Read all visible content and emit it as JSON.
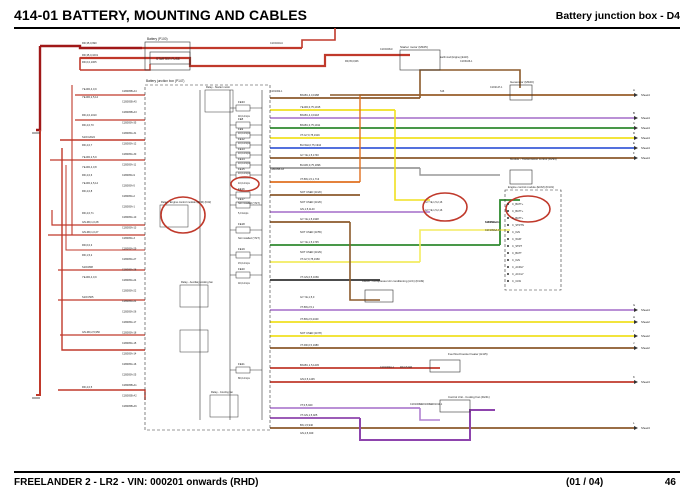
{
  "header": {
    "title": "414-01 BATTERY, MOUNTING AND CABLES",
    "subtitle": "Battery junction box - D4"
  },
  "footer": {
    "model": "FREELANDER 2 - LR2 - VIN: 000201 onwards  (RHD)",
    "sheet": "(01 / 04)",
    "page": "46"
  },
  "diagram": {
    "components": {
      "battery": "Battery (P100)",
      "starter_fuse": "STARTER FUSE",
      "battery_junction_box": "Battery junction box (P147)",
      "starter_motor": "Starter motor (M105)",
      "generator": "Generator (M100)",
      "module_transmission": "Module - Transmission control (D294)",
      "engine_control_module": "Engine control module (ECM) (D131)",
      "clutch_compressor": "Clutch - Compressor Air conditioning (A/C) (D149)",
      "fuel_fired_heater": "Fuel fired booster heater (H115)",
      "cooling_fan": "Control Unit - Cooling Fan (D241)",
      "relay_starter": "Relay - Starter motor",
      "relay_engine": "Relay - Engine control module (ECM) (D42)",
      "relay_auxiliary": "Relay - Auxiliary cooling fan",
      "relay_cooling": "Relay - Cooling fan"
    },
    "fuses": [
      {
        "id": "FE33",
        "rating": "40,0 Amps"
      },
      {
        "id": "FE8",
        "rating": "10,0 Amps"
      },
      {
        "id": "FE9",
        "rating": "10,0 Amps"
      },
      {
        "id": "FE12",
        "rating": "10,0 Amps"
      },
      {
        "id": "FE13",
        "rating": "10,0 Amps"
      },
      {
        "id": "FE14",
        "rating": "10,0 Amps"
      },
      {
        "id": "FE15",
        "rating": "10,0 Amps"
      },
      {
        "id": "FE16",
        "rating": "Not installed (YSIT)"
      },
      {
        "id": "FE17",
        "rating": "5,0 Amps"
      },
      {
        "id": "FE18",
        "rating": "Not installed (YSIT)"
      },
      {
        "id": "FE19",
        "rating": "15,0 Amps"
      },
      {
        "id": "FE20",
        "rating": "40,0 Amps"
      },
      {
        "id": "FE21",
        "rating": "80,0 Amps"
      }
    ],
    "left_wires": [
      "RD,35,0,990",
      "RD,35,0,1001",
      "RD,6,0,1005",
      "YE-RD,4,0,9",
      "YE-RD,2,5,14",
      "RD,4,0,1010",
      "RD,4,0,70",
      "S1OC2024",
      "RD,4,0,7",
      "YE-RD,2,5,9",
      "YE-RD,4,0,8",
      "RD,4,0,6",
      "YE-RD,2,5,14",
      "RD,4,0,8",
      "RD,4,0,71",
      "GN-RD,1,0,28",
      "GN-RD,1,0,27",
      "RD,6,0,3",
      "RD,1,5,2",
      "S10C808",
      "YE-RD,4,0,9",
      "S1OC505",
      "GN-RD,2,5,950",
      "RD,4,0,5"
    ],
    "mid_wires": [
      "BN-BU,4,0,1988",
      "YE-RD,0,75,1915",
      "BN-BU,4,0,1918",
      "BN-BU,0,75,1911",
      "VT-GY,0,75,1916",
      "BU-WH,0,75,1944",
      "GY-YE,1,5,1740",
      "BU-RD,0,75,1996",
      "VT-BN,1,5,1,713",
      "NOT USED (1F20)",
      "NOT USED (1F26)",
      "GN,1,5,1140",
      "GY-YE,1,5,1928",
      "NOT USED (1F55)",
      "GY-YE,1,5,1745",
      "NOT USED (1F29)",
      "VT-GY,0,75,1960",
      "VT-GN,0,5,1669",
      "GY-YE,1,5,0",
      "VT-BN,2,5,1",
      "VT-BN,2,5,2340",
      "NOT USED (1F78)",
      "VT-RD,0,5,1980",
      "BN-BU,1,5,1445",
      "GN,0,5,1445",
      "VT,0,5,940",
      "VT-GN,1,5,925",
      "BN,1,5,940",
      "GN,2,5,949"
    ],
    "connector_pins": [
      "C1B005B-A4",
      "C1B005B-A5",
      "C1B005B-A3",
      "C1B005A-35",
      "C1B005A-31",
      "C1B005A-12",
      "C1B005A-30",
      "C1B005A-11",
      "C1B005A-9",
      "C1B005A-5",
      "C1B005A-2",
      "C1B005A-1",
      "C1B005A-10",
      "C1B005A-13",
      "C1B005A-3",
      "C1B005A-29",
      "C1B005A-27",
      "C1B005A-28",
      "C1B005A-24",
      "C1B005A-22",
      "C1B005A-21",
      "C1B005A-26",
      "C1B005A-17",
      "C1B005A-18",
      "C1B005A-15",
      "C1B005A-14",
      "C1B005A-16",
      "C1B005A-25",
      "C1B005B-A1",
      "C1B005B-A2",
      "C1B005B-A6"
    ],
    "ecm_pins": [
      "C_BATT+",
      "C_BATT+",
      "C_BATT+",
      "C_STRTN",
      "C_IGN",
      "C_WUP",
      "C_STRT",
      "C_BATT",
      "C_IGN",
      "C_ACRLY",
      "C_ACCLY",
      "C_CLW"
    ],
    "ecm_wires": [
      "GY-YE,1,5,2,16",
      "GY-YE,1,5,2,16",
      "S1B65AA-A",
      "C1F199AA-35",
      "C1F199AA-A"
    ],
    "right_targets": [
      "Sheet4",
      "Sheet4",
      "Sheet4",
      "Sheet4",
      "Sheet4",
      "Sheet4",
      "Sheet4",
      "Sheet2",
      "Sheet2",
      "Sheet2",
      "Sheet3",
      "Sheet3"
    ],
    "right_letters": [
      "A",
      "B",
      "C",
      "D",
      "E",
      "F",
      "G",
      "H",
      "I",
      "J",
      "K",
      "L"
    ],
    "misc_labels": [
      "C1OC004-C",
      "C1OC006-F",
      "RD,35,0,906",
      "C1O3106-1",
      "Earth stud (Engine) (E110)",
      "C1O2147-1",
      "C1B005B-A3",
      "C1O1002A-1",
      "RD,0,5,940",
      "C1O1006-1",
      "C1O1006-2",
      "C1O1011-1",
      "S16",
      "C1O1002-1"
    ]
  }
}
